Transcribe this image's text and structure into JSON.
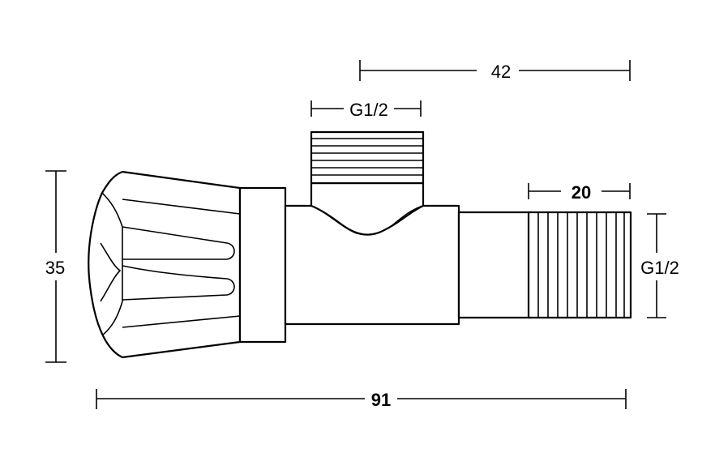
{
  "dimensions": {
    "top_length": "42",
    "top_thread": "G1/2",
    "thread_length": "20",
    "side_thread": "G1/2",
    "height": "35",
    "total_length": "91"
  }
}
